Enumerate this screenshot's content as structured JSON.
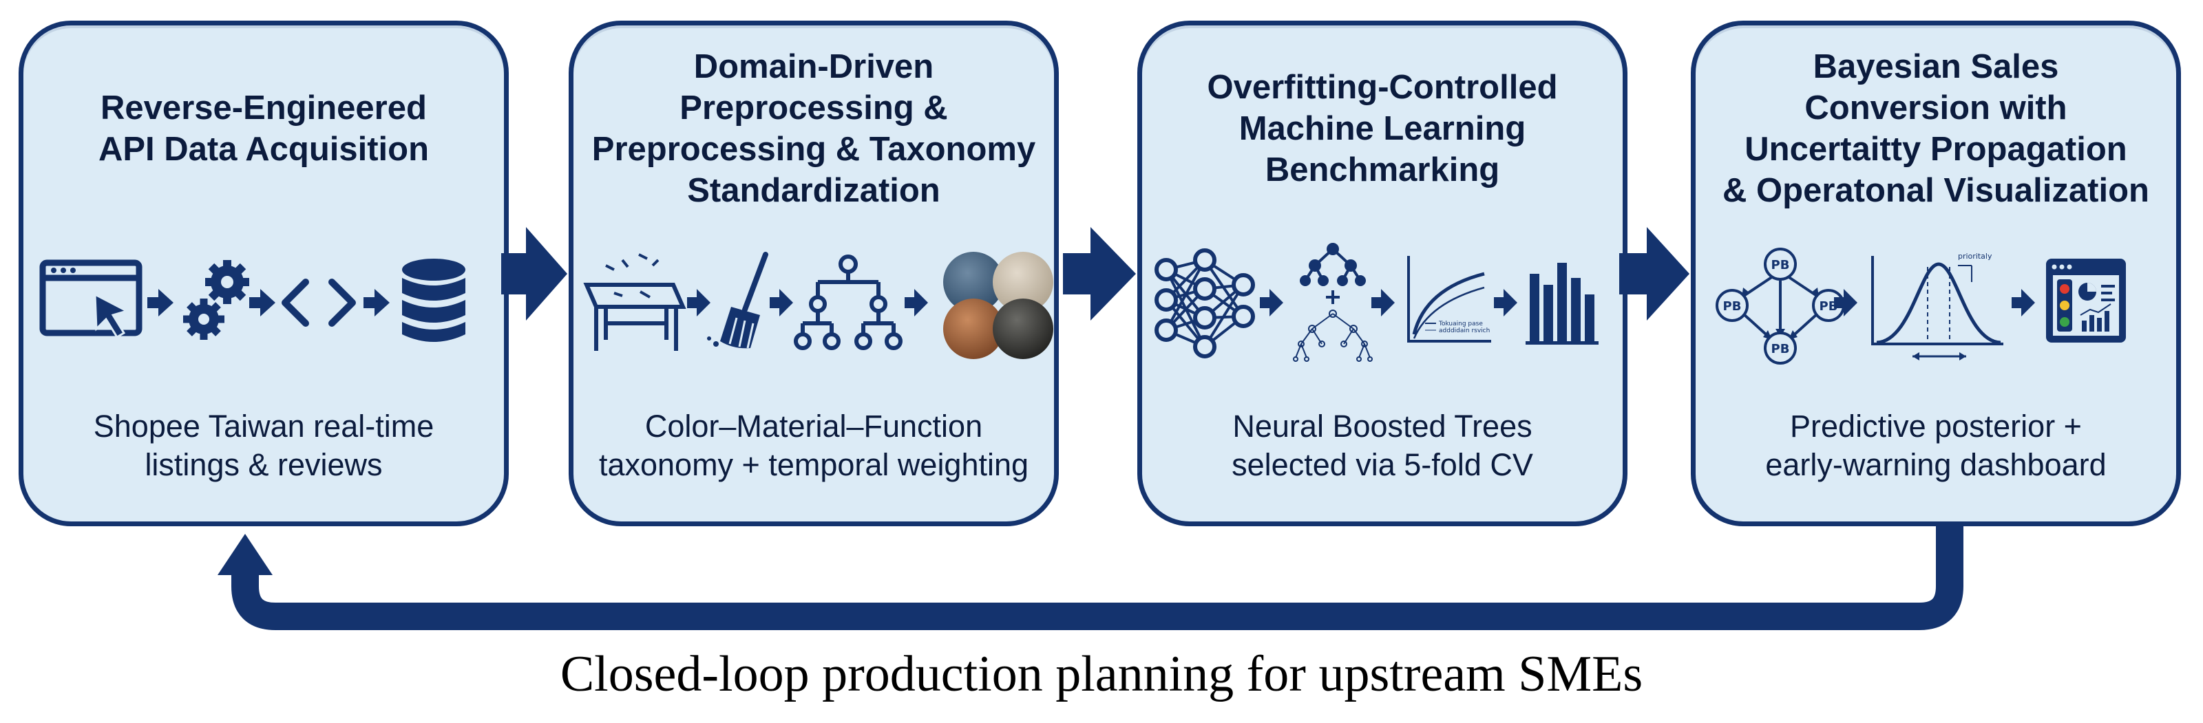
{
  "stages": [
    {
      "title_lines": [
        "Reverse-Engineered",
        "API Data Acquisition"
      ],
      "desc_lines": [
        "Shopee Taiwan real-time",
        "listings & reviews"
      ]
    },
    {
      "title_lines": [
        "Domain-Driven",
        "Preprocessing &",
        "Preprocessing & Taxonomy",
        "Standardization"
      ],
      "desc_lines": [
        "Color–Material–Function",
        "taxonomy + temporal weighting"
      ]
    },
    {
      "title_lines": [
        "Overfitting-Controlled",
        "Machine Learning",
        "Benchmarking"
      ],
      "desc_lines": [
        "Neural Boosted Trees",
        "selected via 5-fold CV"
      ]
    },
    {
      "title_lines": [
        "Bayesian Sales",
        "Conversion with",
        "Uncertaitty Propagation",
        "& Operatonal Visualization"
      ],
      "desc_lines": [
        "Predictive posterior +",
        "early-warning dashboard"
      ]
    }
  ],
  "icon_labels": {
    "pb": "PB",
    "priority": "prioritaly",
    "legend_line1": "Tokuaing pase",
    "legend_line2": "adddidain rsvich"
  },
  "caption": "Closed-loop production planning for upstream SMEs",
  "colors": {
    "navy": "#14336e",
    "card_fill": "#dcebf6",
    "text": "#0b1b3d"
  }
}
